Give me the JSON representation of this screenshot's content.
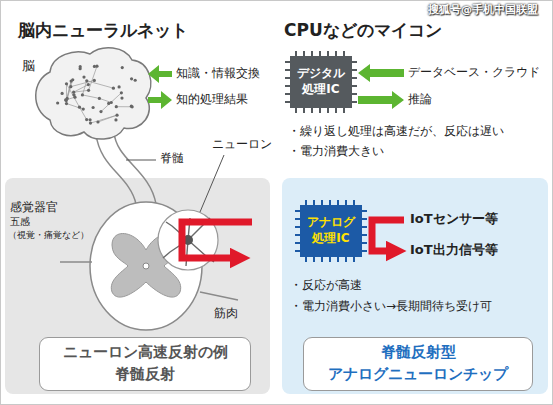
{
  "diagram": {
    "nodes": [
      {
        "text": [
          "デジタル 処理IC"
        ]
      },
      {
        "text": [
          "アナログ 処理IC"
        ]
      },
      {
        "text": [
          "ニューロン高速反射の例",
          "脊髄反射"
        ]
      },
      {
        "text": [
          "脊髄反射型",
          "アナログニューロンチップ"
        ]
      }
    ],
    "labels": [
      "脳内ニューラルネット",
      "CPUなどのマイコン",
      "搜狐号@手机中国联盟",
      "脳",
      "知識・情報交換",
      "知的処理結果",
      "データベース・クラウド",
      "推論",
      "ニューロン",
      "脊髄",
      "・繰り返し処理は高速だが、反応は遅い",
      "・電力消費大きい",
      "感覚器官",
      "五感",
      "（視覚・痛覚など）",
      "IoTセンサー等",
      "IoT出力信号等",
      "筋肉",
      "・反応が高速",
      "・電力消費小さい→長期間待ち受け可"
    ]
  }
}
